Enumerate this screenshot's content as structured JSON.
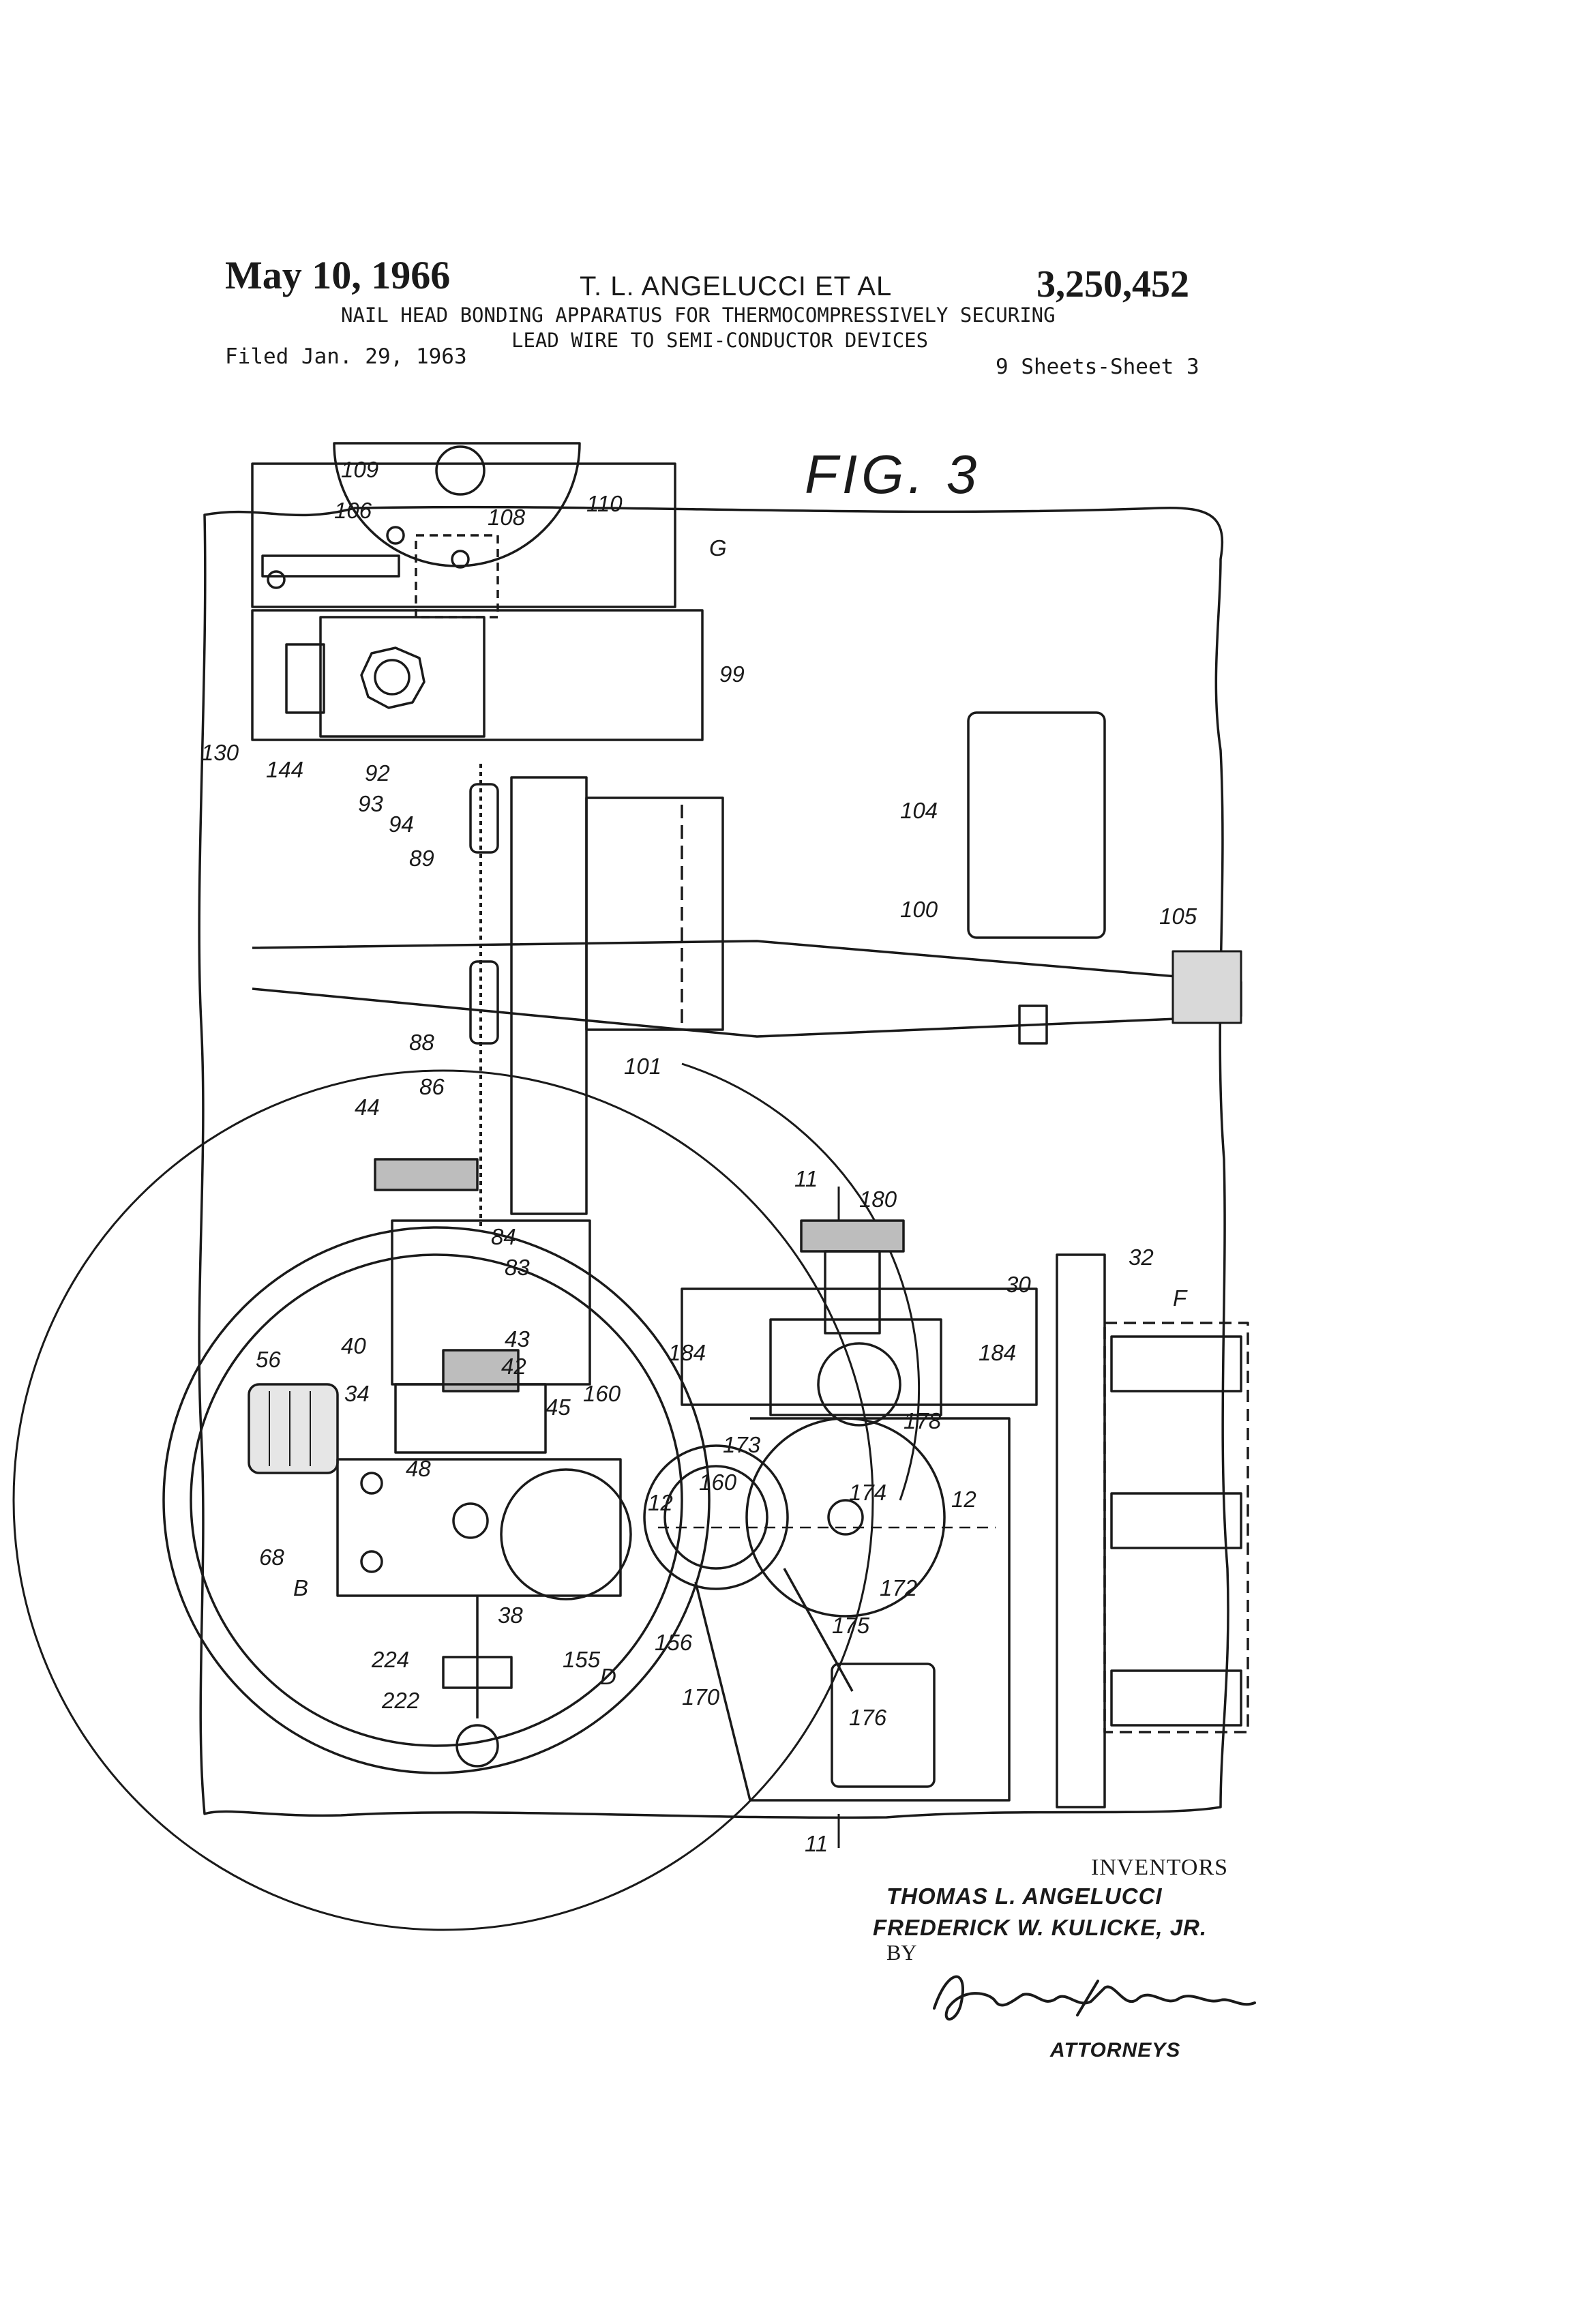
{
  "header": {
    "date": "May 10, 1966",
    "inventor_short": "T. L. ANGELUCCI ET AL",
    "patent_number": "3,250,452",
    "title_line1": "NAIL HEAD BONDING APPARATUS FOR THERMOCOMPRESSIVELY SECURING",
    "title_line2": "LEAD WIRE TO SEMI-CONDUCTOR DEVICES",
    "filed": "Filed Jan. 29, 1963",
    "sheets": "9 Sheets-Sheet 3"
  },
  "figure": {
    "label": "FIG. 3",
    "references": [
      "109",
      "106",
      "108",
      "110",
      "G",
      "99",
      "130",
      "144",
      "92",
      "93",
      "94",
      "89",
      "104",
      "100",
      "105",
      "88",
      "101",
      "86",
      "44",
      "11",
      "180",
      "84",
      "83",
      "30",
      "32",
      "F",
      "43",
      "42",
      "40",
      "184",
      "184",
      "56",
      "34",
      "45",
      "160",
      "178",
      "173",
      "160",
      "48",
      "174",
      "12",
      "12",
      "172",
      "68",
      "B",
      "38",
      "175",
      "155",
      "156",
      "D",
      "224",
      "170",
      "176",
      "222",
      "11"
    ]
  },
  "signatures": {
    "inventors_heading": "INVENTORS",
    "inventor_1": "THOMAS L. ANGELUCCI",
    "inventor_2": "FREDERICK W. KULICKE, JR.",
    "by": "BY",
    "attorneys": "ATTORNEYS"
  }
}
